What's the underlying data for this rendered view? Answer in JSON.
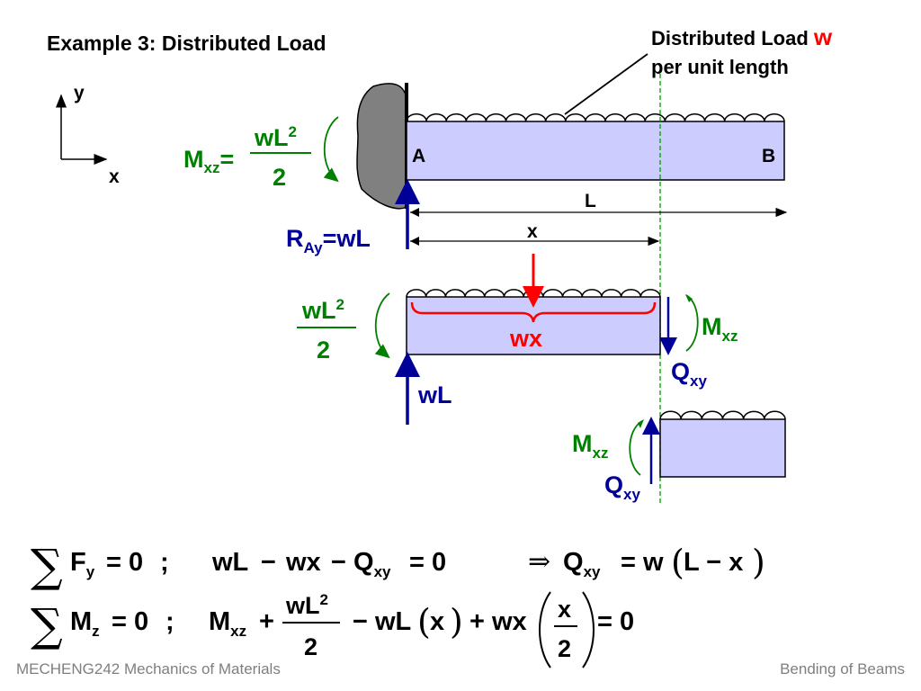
{
  "title": "Example 3: Distributed Load",
  "axes": {
    "y_label": "y",
    "x_label": "x"
  },
  "load_annotation": {
    "line1": "Distributed Load ",
    "symbol": "w",
    "line2": "per unit length"
  },
  "beam": {
    "left_label": "A",
    "right_label": "B",
    "length_label": "L",
    "x_label": "x"
  },
  "reactions": {
    "moment_label": "M",
    "moment_sub": "xz",
    "moment_num": "wL",
    "moment_exp": "2",
    "moment_den": "2",
    "equals": "=",
    "force_label": "R",
    "force_sub": "Ay",
    "force_value": "=wL"
  },
  "segment": {
    "left_moment_num": "wL",
    "left_moment_exp": "2",
    "left_moment_den": "2",
    "resultant_label": "wx",
    "left_force_label": "wL",
    "right_moment_label": "M",
    "right_moment_sub": "xz",
    "right_shear_label": "Q",
    "right_shear_sub": "xy"
  },
  "right_piece": {
    "moment_label": "M",
    "moment_sub": "xz",
    "shear_label": "Q",
    "shear_sub": "xy"
  },
  "equations": {
    "eq1": {
      "sum_F": "F",
      "sub_y": "y",
      "eq0": "= 0",
      "semi": ";",
      "wL": "wL",
      "minus1": "−",
      "wx": "wx",
      "minus2": "−",
      "Q": "Q",
      "sub_xy": "xy",
      "eq0b": "= 0",
      "implies": "⇒",
      "Q2": "Q",
      "sub_xy2": "xy",
      "eq_w": "= w",
      "paren_L_minus_x": "L − x"
    },
    "eq2": {
      "sum_M": "M",
      "sub_z": "z",
      "eq0": "= 0",
      "semi": ";",
      "M": "M",
      "sub_xz": "xz",
      "plus": "+",
      "num": "wL",
      "exp": "2",
      "den": "2",
      "minus_wL": "− wL",
      "paren_x": "x",
      "plus_wx": "+ wx",
      "frac_num": "x",
      "frac_den": "2",
      "eq0b": "= 0"
    }
  },
  "footer": {
    "left": "MECHENG242 Mechanics of Materials",
    "right": "Bending of Beams"
  },
  "colors": {
    "beam_fill": "#ccccff",
    "moment_green": "#008000",
    "force_blue": "#000099",
    "load_red": "#ff0000",
    "dashed_green": "#009900",
    "wall_gray": "#808080"
  }
}
